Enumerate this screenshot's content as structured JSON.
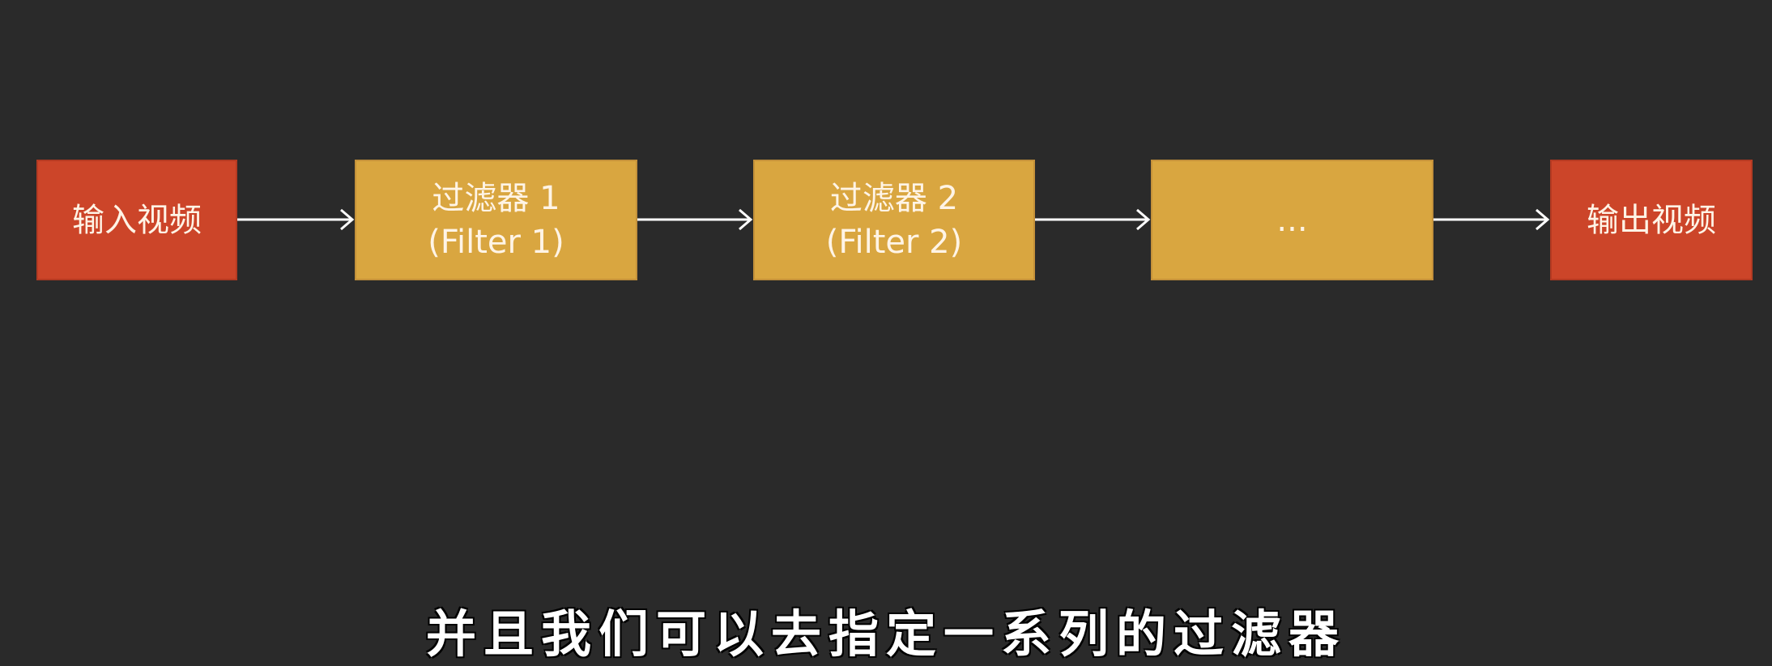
{
  "diagram": {
    "nodes": [
      {
        "id": "input",
        "label": "输入视频",
        "color": "#cc4529"
      },
      {
        "id": "filter1",
        "label": "过滤器 1",
        "sublabel": "(Filter 1)",
        "color": "#d9a640"
      },
      {
        "id": "filter2",
        "label": "过滤器 2",
        "sublabel": "(Filter 2)",
        "color": "#d9a640"
      },
      {
        "id": "more",
        "label": "...",
        "color": "#d9a640"
      },
      {
        "id": "output",
        "label": "输出视频",
        "color": "#cc4529"
      }
    ],
    "edges": [
      [
        "input",
        "filter1"
      ],
      [
        "filter1",
        "filter2"
      ],
      [
        "filter2",
        "more"
      ],
      [
        "more",
        "output"
      ]
    ]
  },
  "subtitle": "并且我们可以去指定一系列的过滤器"
}
